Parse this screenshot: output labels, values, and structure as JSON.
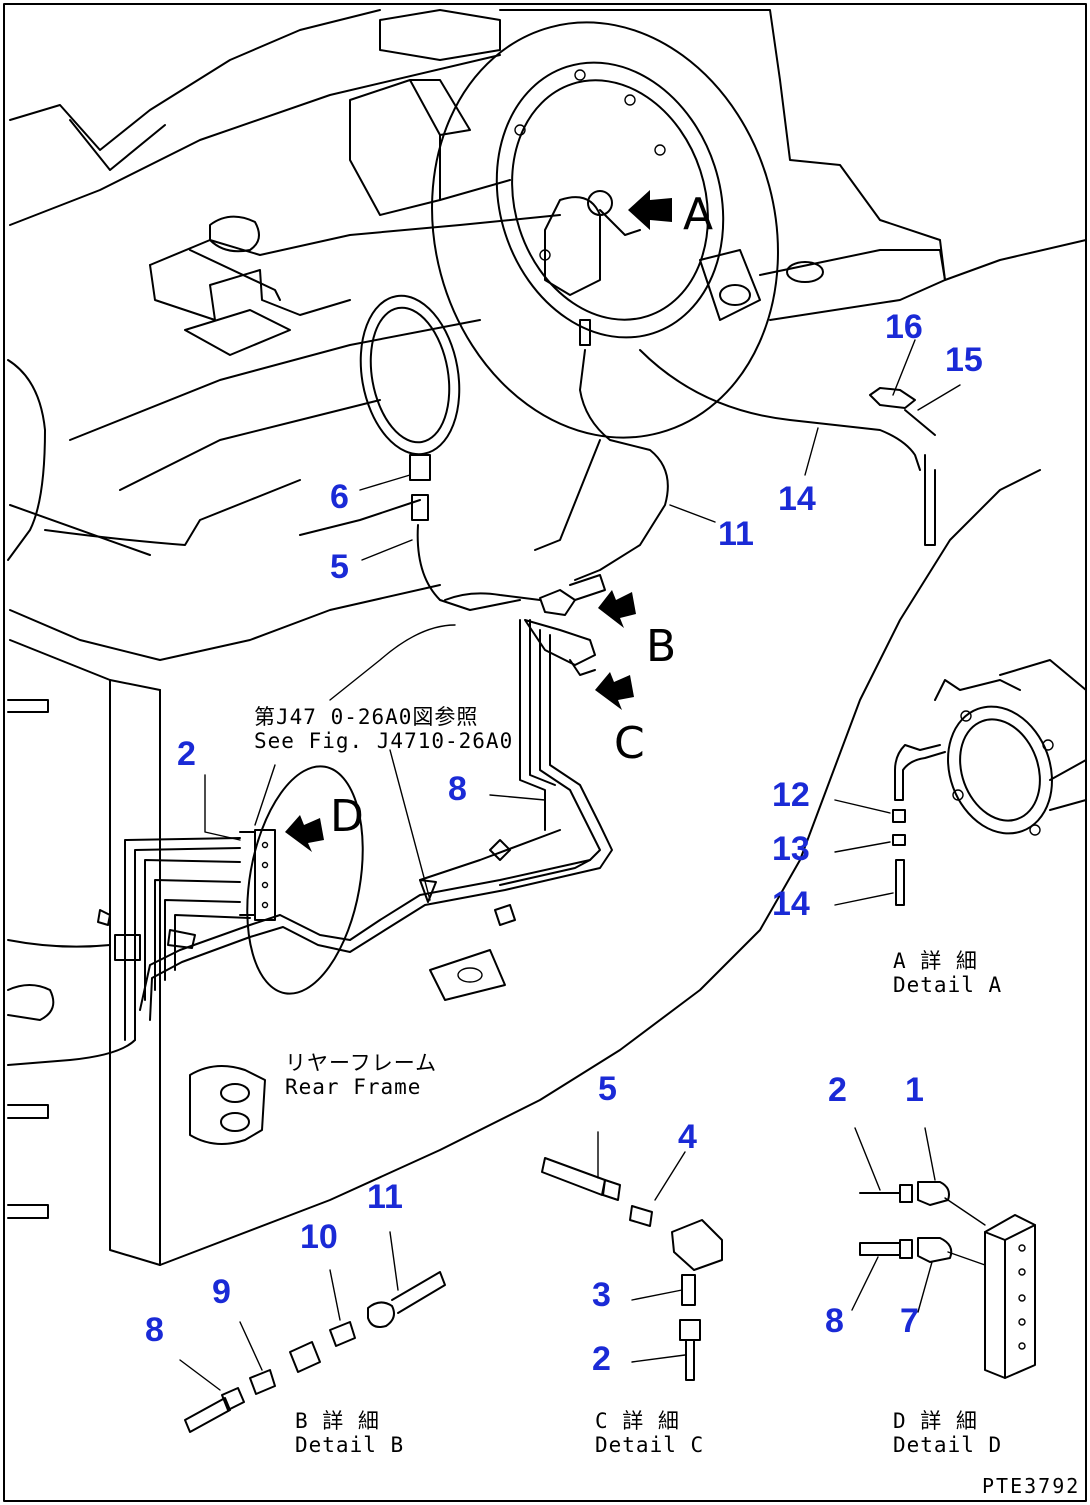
{
  "figure_code": "PTE3792",
  "view_arrows": [
    "A",
    "B",
    "C",
    "D"
  ],
  "reference_note": {
    "jp": "第J47 0-26A0図参照",
    "en": "See Fig. J4710-26A0"
  },
  "rear_frame_label": {
    "jp": "リヤーフレーム",
    "en": "Rear Frame"
  },
  "details": {
    "a": {
      "jp": "A 詳 細",
      "en": "Detail A"
    },
    "b": {
      "jp": "B 詳 細",
      "en": "Detail B"
    },
    "c": {
      "jp": "C 詳 細",
      "en": "Detail C"
    },
    "d": {
      "jp": "D 詳 細",
      "en": "Detail D"
    }
  },
  "callouts": {
    "main_16": "16",
    "main_15": "15",
    "main_14": "14",
    "main_11": "11",
    "main_6": "6",
    "main_5": "5",
    "main_8": "8",
    "main_2": "2",
    "da_12": "12",
    "da_13": "13",
    "da_14": "14",
    "dc_5": "5",
    "dc_4": "4",
    "dc_3": "3",
    "dc_2": "2",
    "dd_2": "2",
    "dd_1": "1",
    "dd_8": "8",
    "dd_7": "7",
    "db_11": "11",
    "db_10": "10",
    "db_9": "9",
    "db_8": "8"
  }
}
